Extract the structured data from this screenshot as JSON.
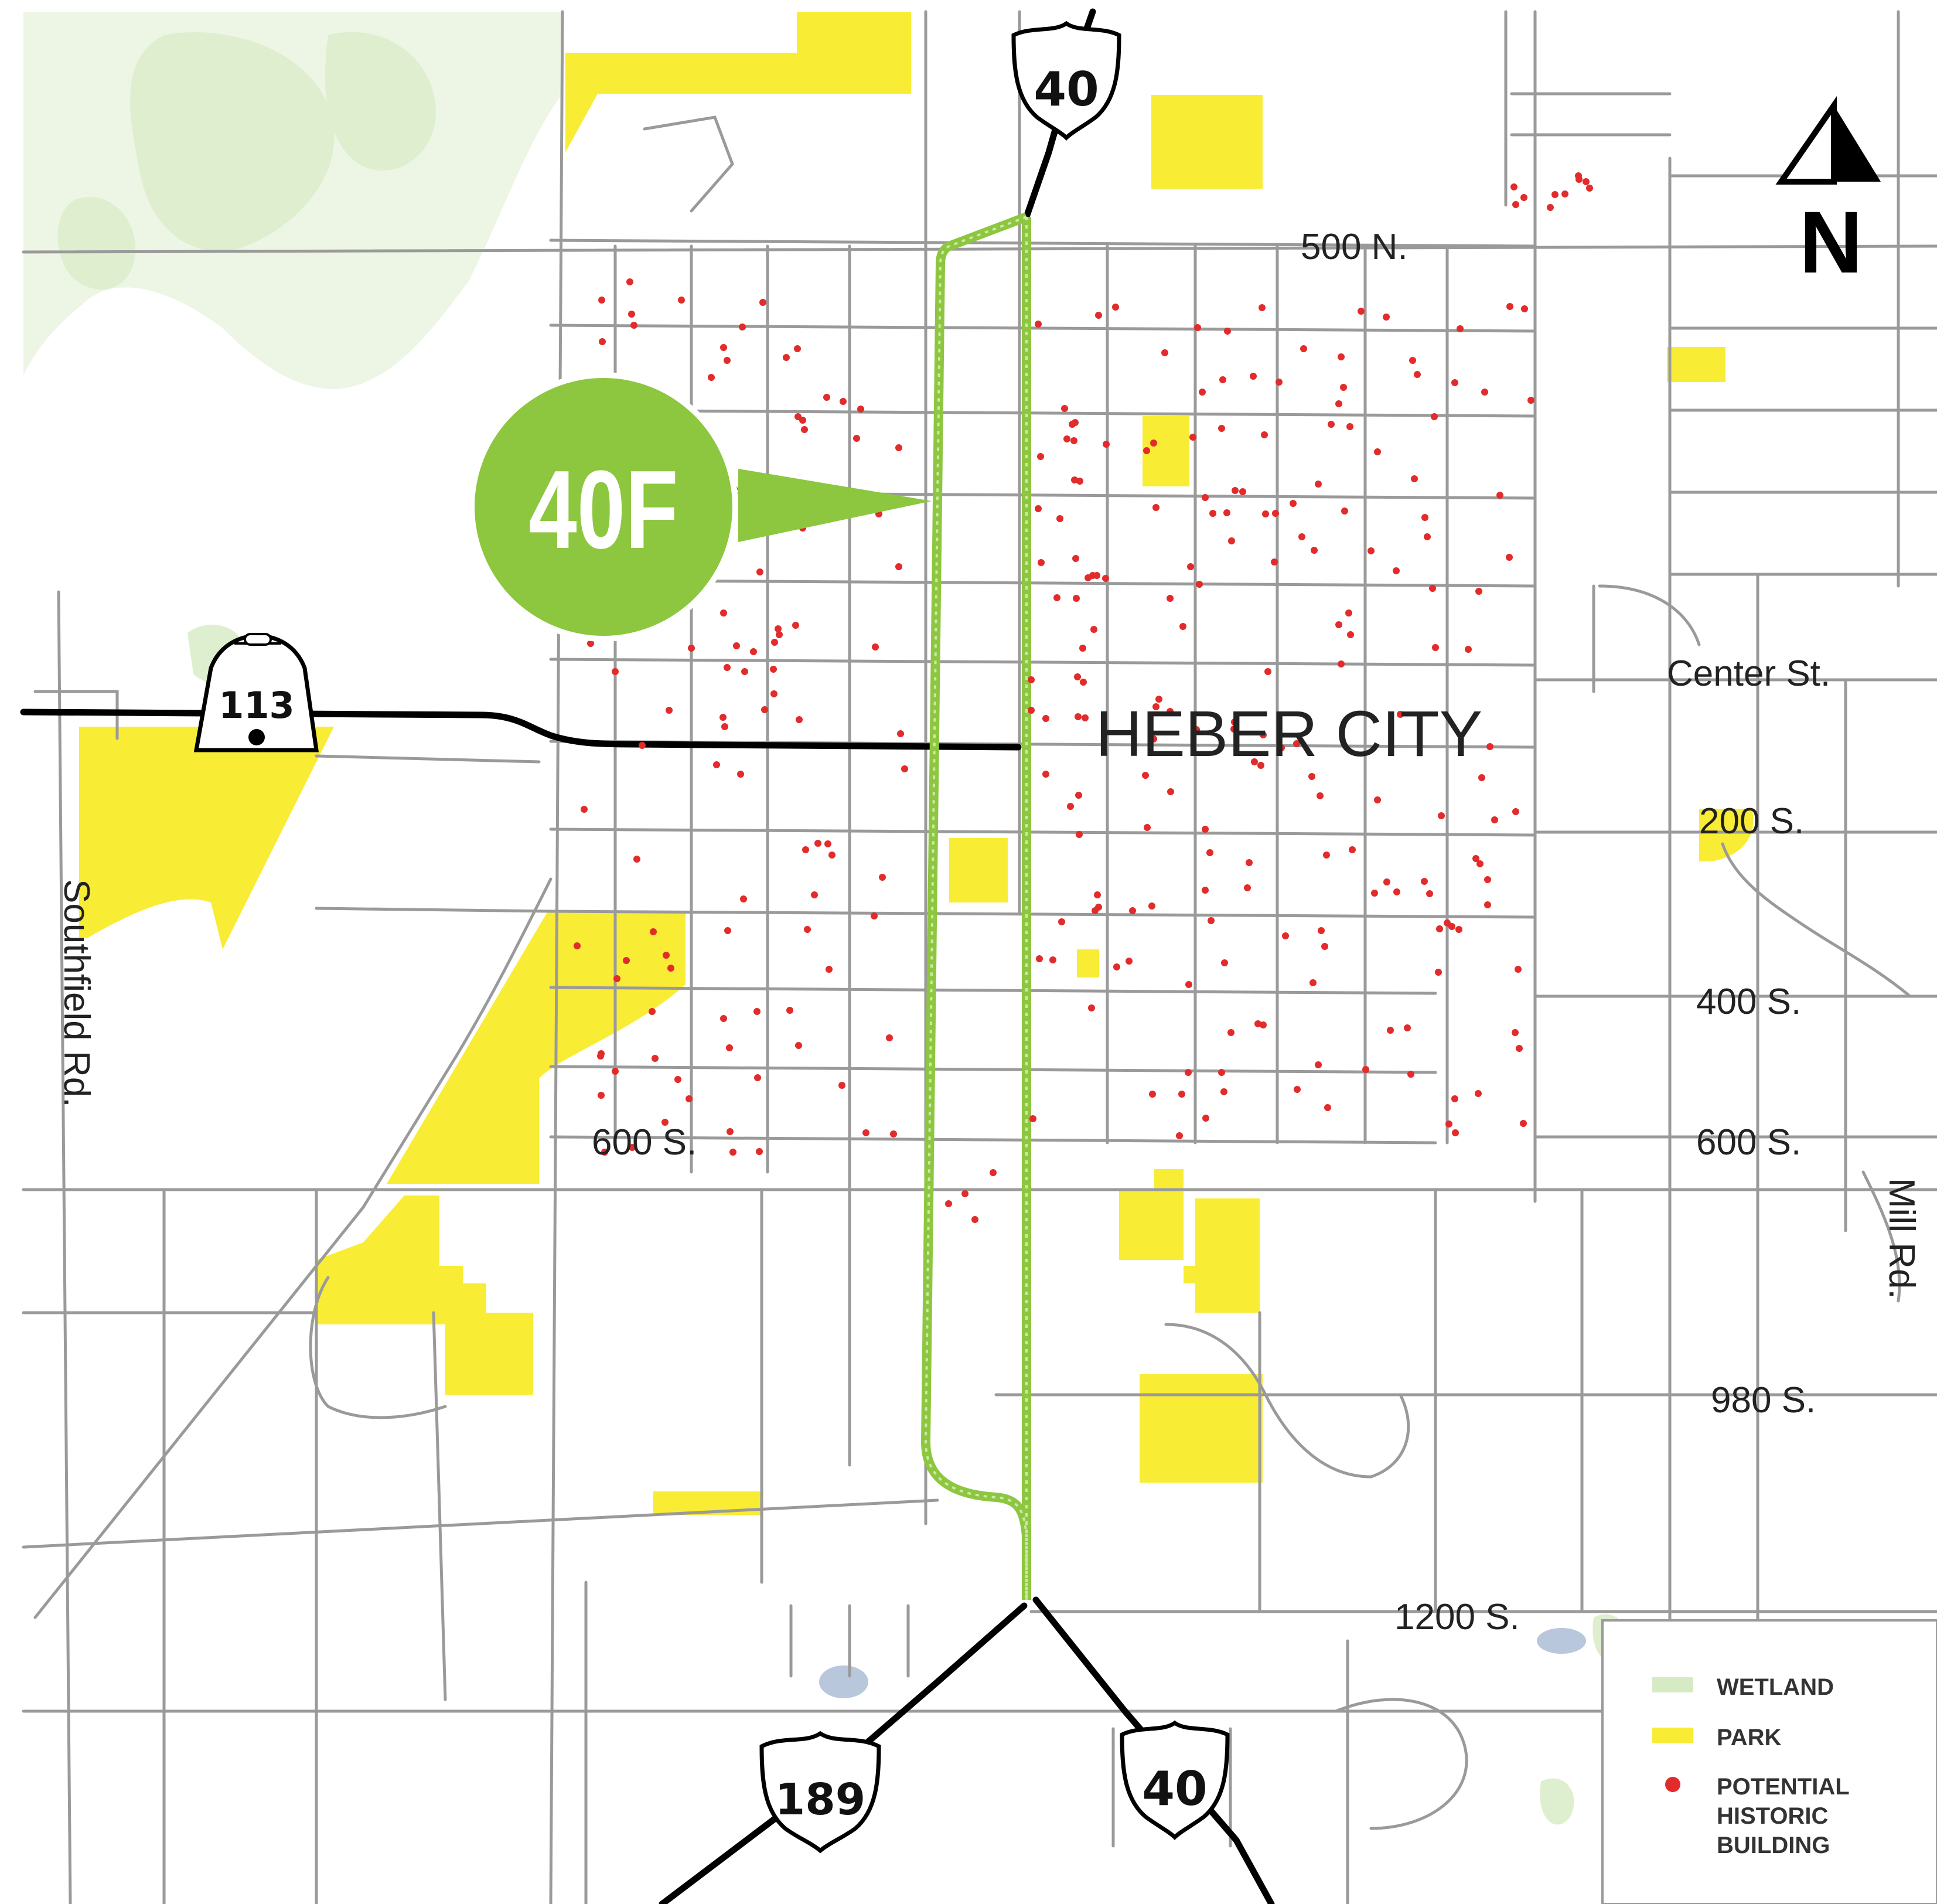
{
  "map": {
    "city_label": "HEBER CITY",
    "callout_label": "40F",
    "north_label": "N",
    "street_labels": {
      "n500": "500 N.",
      "center": "Center St.",
      "s200": "200 S.",
      "s400": "400 S.",
      "s600_west": "600 S.",
      "s600_east": "600 S.",
      "s980": "980 S.",
      "s1200": "1200 S.",
      "southfield": "Southfield Rd.",
      "mill": "Mill Rd."
    },
    "shields": {
      "us40_north": "40",
      "us40_south": "40",
      "us189": "189",
      "ut113": "113"
    }
  },
  "legend": {
    "items": [
      {
        "label": "WETLAND",
        "color": "#d6ebc4"
      },
      {
        "label": "PARK",
        "color": "#f9ec35"
      },
      {
        "label": "POTENTIAL",
        "label2": "HISTORIC",
        "label3": "BUILDING",
        "color": "#e22b2b"
      }
    ]
  },
  "colors": {
    "road": "#9a9a9a",
    "highway": "#000000",
    "corridor": "#8dc63f",
    "park": "#f9ec35",
    "wetland": "#d6ebc4",
    "historic": "#e22b2b",
    "water": "#b8c7dc"
  }
}
